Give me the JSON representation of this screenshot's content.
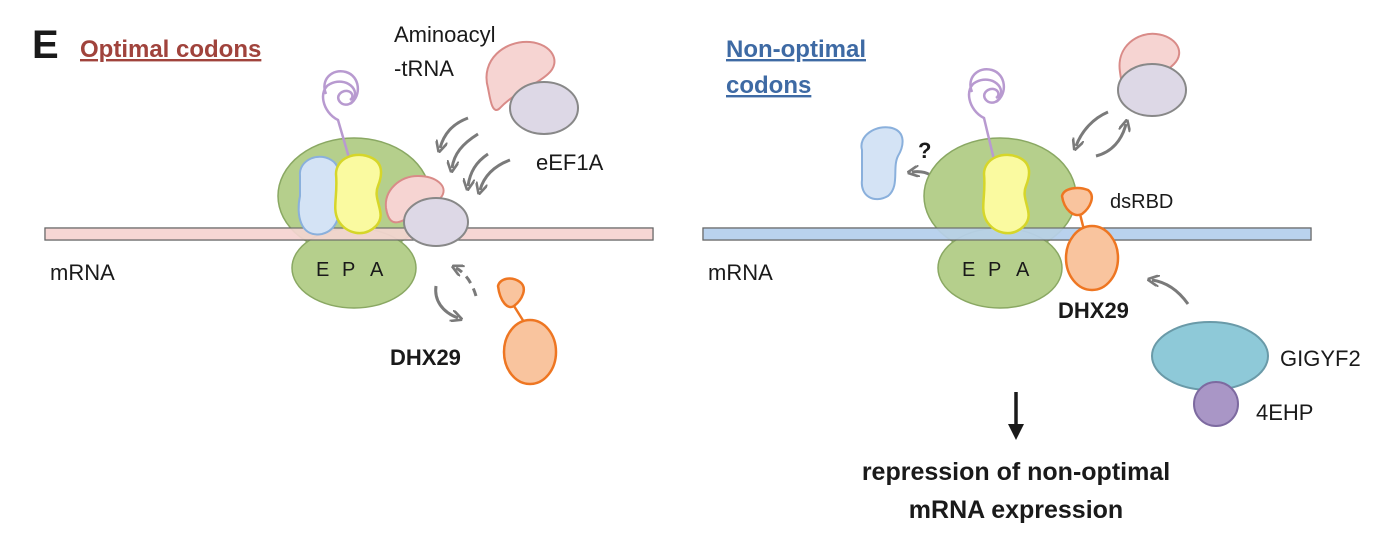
{
  "panel_letter": "E",
  "left": {
    "title": "Optimal codons",
    "aminoacyl_label_line1": "Aminoacyl",
    "aminoacyl_label_line2": "-tRNA",
    "eef1a_label": "eEF1A",
    "mrna_label": "mRNA",
    "site_e": "E",
    "site_p": "P",
    "site_a": "A",
    "dhx29_label": "DHX29"
  },
  "right": {
    "title_line1": "Non-optimal",
    "title_line2": "codons",
    "question_mark": "?",
    "dsrbd_label": "dsRBD",
    "mrna_label": "mRNA",
    "site_e": "E",
    "site_p": "P",
    "site_a": "A",
    "dhx29_label": "DHX29",
    "gigyf2_label": "GIGYF2",
    "fourehp_label": "4EHP",
    "outcome_line1": "repression of non-optimal",
    "outcome_line2": "mRNA expression"
  },
  "colors": {
    "optimal_title": "#a0433c",
    "nonoptimal_title": "#3e6aa4",
    "ribosome": "#b5cf8c",
    "mrna_left": "#f6d6d4",
    "mrna_right": "#b9d2ee",
    "dhx29": "#f9c49e",
    "dhx29_stroke": "#ee7622",
    "gigyf2": "#8ec9d8",
    "fourehp": "#a996c6",
    "arrow_gray": "#7a7a7a"
  }
}
